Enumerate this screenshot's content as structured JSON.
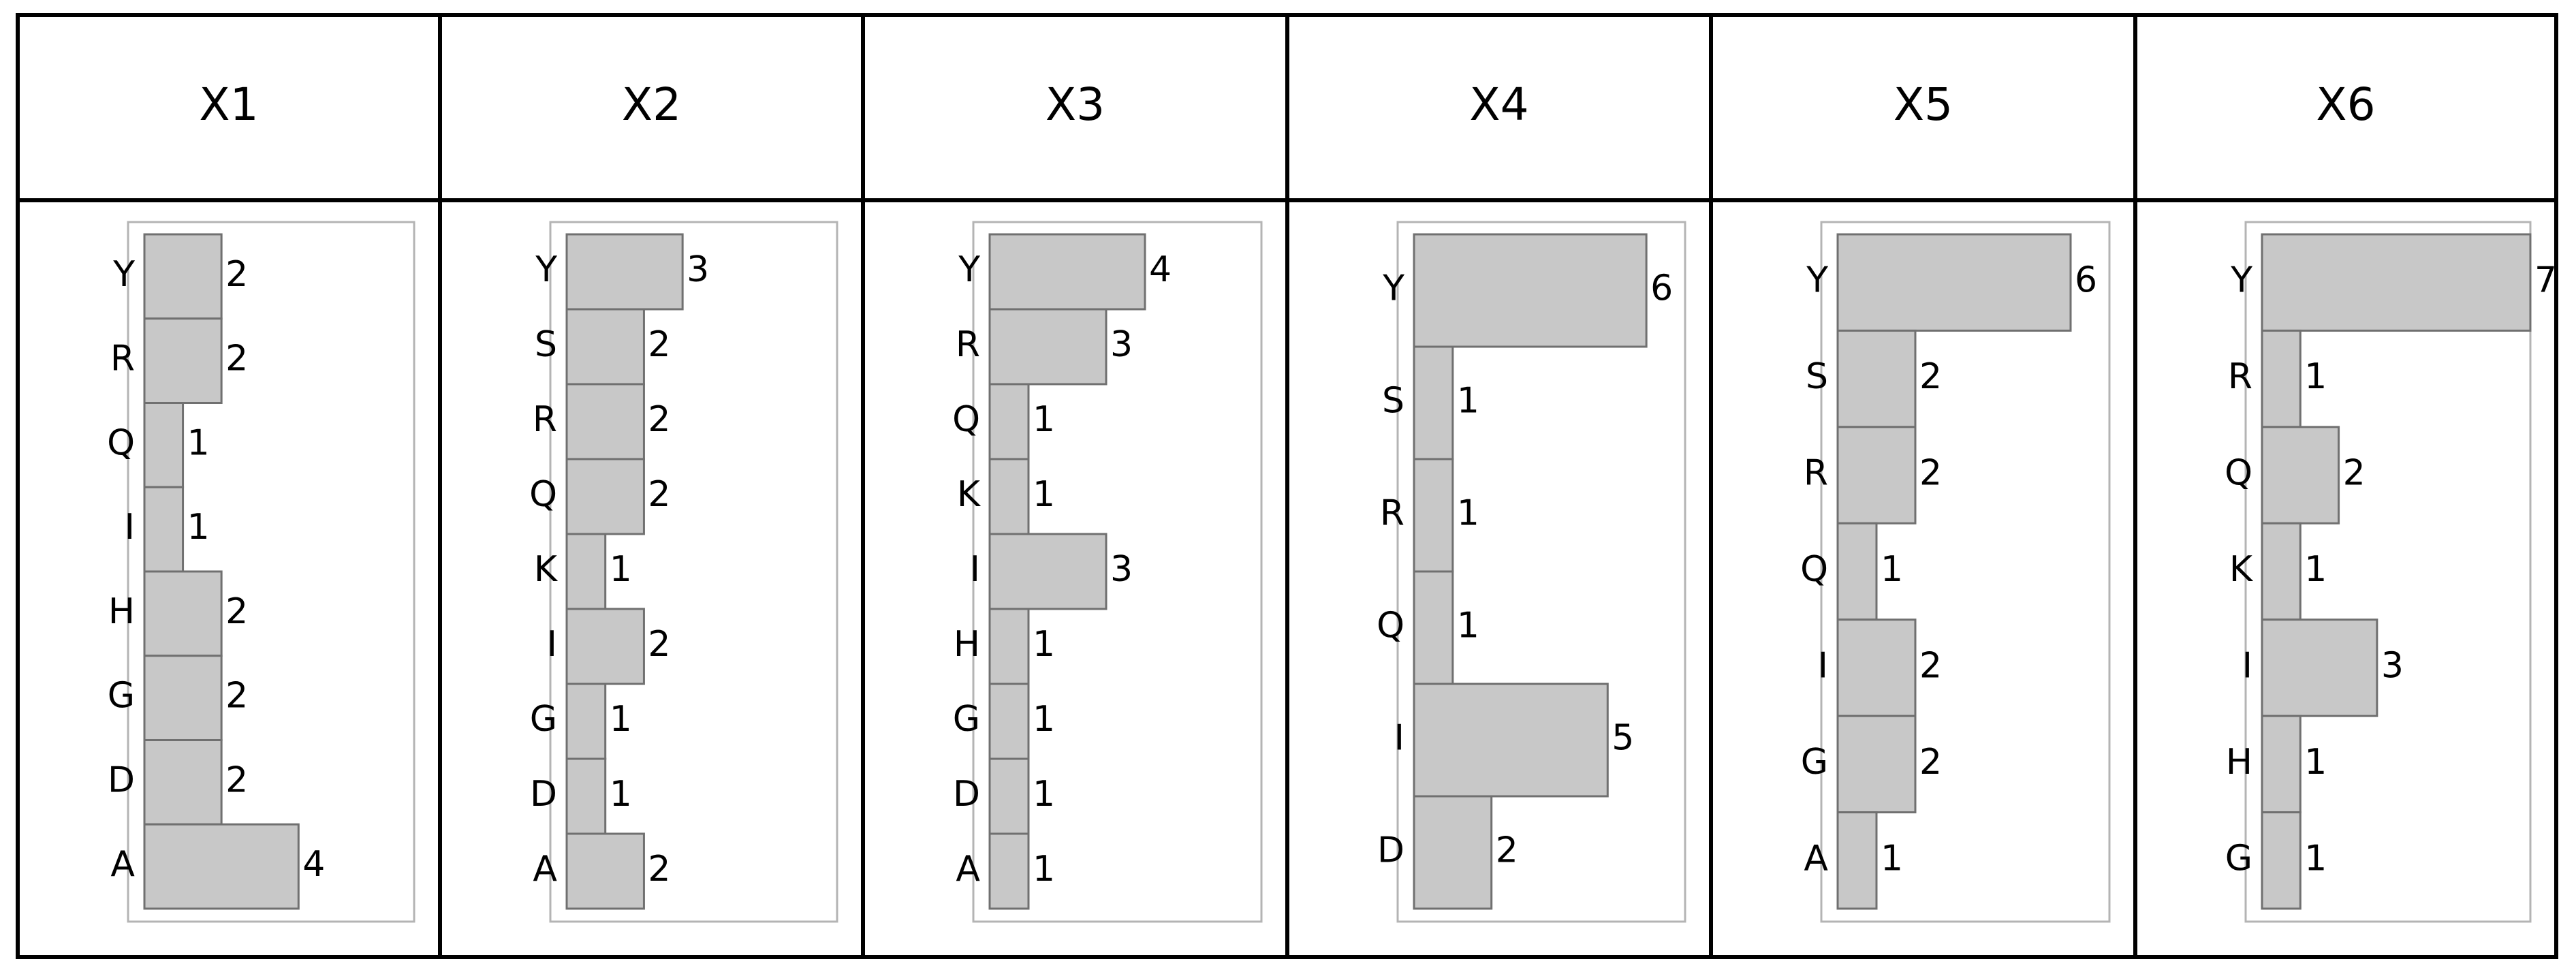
{
  "chart_data": [
    {
      "type": "bar",
      "title": "X1",
      "categories": [
        "Y",
        "R",
        "Q",
        "I",
        "H",
        "G",
        "D",
        "A"
      ],
      "values": [
        2,
        2,
        1,
        1,
        2,
        2,
        2,
        4
      ]
    },
    {
      "type": "bar",
      "title": "X2",
      "categories": [
        "Y",
        "S",
        "R",
        "Q",
        "K",
        "I",
        "G",
        "D",
        "A"
      ],
      "values": [
        3,
        2,
        2,
        2,
        1,
        2,
        1,
        1,
        2
      ]
    },
    {
      "type": "bar",
      "title": "X3",
      "categories": [
        "Y",
        "R",
        "Q",
        "K",
        "I",
        "H",
        "G",
        "D",
        "A"
      ],
      "values": [
        4,
        3,
        1,
        1,
        3,
        1,
        1,
        1,
        1
      ]
    },
    {
      "type": "bar",
      "title": "X4",
      "categories": [
        "Y",
        "S",
        "R",
        "Q",
        "I",
        "D"
      ],
      "values": [
        6,
        1,
        1,
        1,
        5,
        2
      ]
    },
    {
      "type": "bar",
      "title": "X5",
      "categories": [
        "Y",
        "S",
        "R",
        "Q",
        "I",
        "G",
        "A"
      ],
      "values": [
        6,
        2,
        2,
        1,
        2,
        2,
        1
      ]
    },
    {
      "type": "bar",
      "title": "X6",
      "categories": [
        "Y",
        "R",
        "Q",
        "K",
        "I",
        "H",
        "G"
      ],
      "values": [
        7,
        1,
        2,
        1,
        3,
        1,
        1
      ]
    }
  ],
  "colors": {
    "bar_fill": "#c8c8c8",
    "bar_stroke": "#707070",
    "panel_border": "#b4b4b4",
    "grid": "#000000"
  }
}
